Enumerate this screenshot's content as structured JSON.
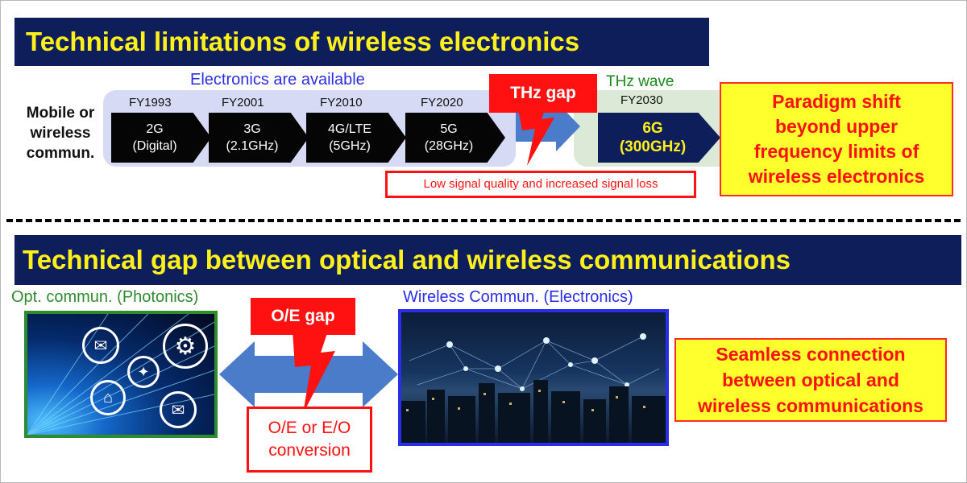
{
  "top": {
    "banner": "Technical limitations of wireless electronics",
    "electronics_available": "Electronics are available",
    "thz_wave": "THz wave",
    "row_label": [
      "Mobile or",
      "wireless",
      "commun."
    ],
    "generations": [
      {
        "fy": "FY1993",
        "name": "2G",
        "detail": "(Digital)"
      },
      {
        "fy": "FY2001",
        "name": "3G",
        "detail": "(2.1GHz)"
      },
      {
        "fy": "FY2010",
        "name": "4G/LTE",
        "detail": "(5GHz)"
      },
      {
        "fy": "FY2020",
        "name": "5G",
        "detail": "(28GHz)"
      }
    ],
    "future": {
      "fy": "FY2030",
      "name": "6G",
      "detail": "(300GHz)"
    },
    "thz_gap": "THz gap",
    "signal_note": "Low signal quality and increased signal loss",
    "paradigm": [
      "Paradigm shift",
      "beyond upper",
      "frequency limits of",
      "wireless electronics"
    ]
  },
  "bottom": {
    "banner": "Technical gap between optical and wireless communications",
    "optical_label": "Opt. commun. (Photonics)",
    "wireless_label": "Wireless Commun. (Electronics)",
    "oe_gap": "O/E gap",
    "conversion": [
      "O/E or E/O",
      "conversion"
    ],
    "seamless": [
      "Seamless connection",
      "between optical and",
      "wireless communications"
    ]
  },
  "colors": {
    "banner_bg": "#0e1e5b",
    "banner_text": "#ffef1a",
    "alert_red": "#ff1111",
    "highlight_yellow": "#ffff2e",
    "available_blue": "#2b2ee8",
    "thz_green": "#1a8a1a",
    "photonics_green": "#2e8b2e"
  },
  "icons": [
    "chat-icon",
    "gears-icon",
    "tools-icon",
    "home-icon",
    "mail-icon"
  ]
}
